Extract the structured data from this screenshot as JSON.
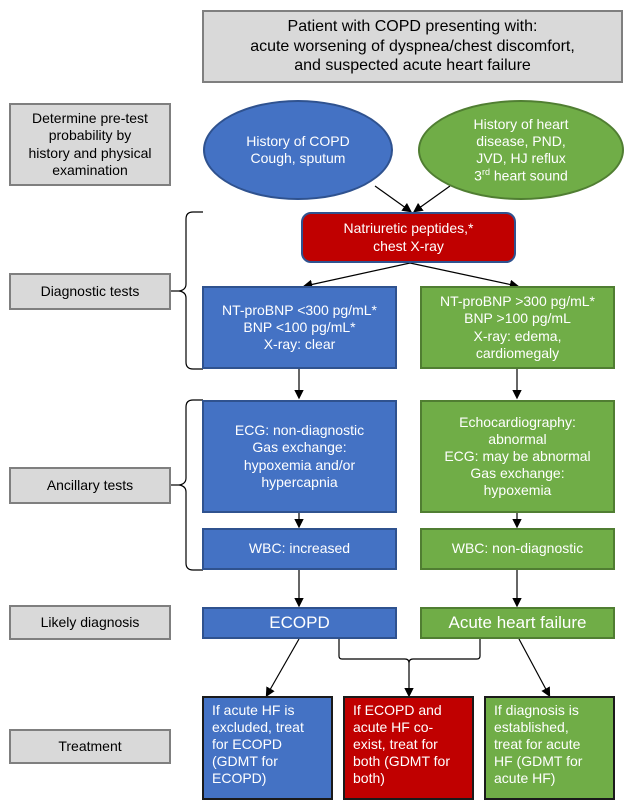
{
  "title_box": "Patient with COPD presenting with:\nacute worsening of dyspnea/chest discomfort,\nand suspected acute heart failure",
  "stage_labels": {
    "pretest": "Determine pre-test\nprobability by\nhistory and physical\nexamination",
    "diagnostic": "Diagnostic tests",
    "ancillary": "Ancillary tests",
    "likely": "Likely diagnosis",
    "treatment": "Treatment"
  },
  "ellipses": {
    "copd": "History of COPD\nCough, sputum",
    "heart_pre": "History of heart\ndisease, PND,\nJVD, HJ reflux\n3",
    "heart_sup": "rd",
    "heart_post": " heart sound"
  },
  "np_box": "Natriuretic peptides,*\nchest X-ray",
  "diag_left": "NT-proBNP <300 pg/mL*\nBNP <100 pg/mL*\nX-ray: clear",
  "diag_right": "NT-proBNP >300 pg/mL*\nBNP >100 pg/mL\nX-ray: edema,\ncardiomegaly",
  "anc_left": "ECG: non-diagnostic\nGas exchange:\nhypoxemia and/or\nhypercapnia",
  "anc_right": "Echocardiography:\nabnormal\nECG: may be abnormal\nGas exchange:\nhypoxemia",
  "wbc_left": "WBC: increased",
  "wbc_right": "WBC: non-diagnostic",
  "dx_left": "ECOPD",
  "dx_right": "Acute heart failure",
  "tx_left": "If acute HF is\nexcluded, treat\nfor ECOPD\n(GDMT for\nECOPD)",
  "tx_mid": "If ECOPD and\nacute HF co-\nexist, treat for\nboth (GDMT for\nboth)",
  "tx_right": "If diagnosis is\nestablished,\ntreat for acute\nHF (GDMT for\nacute HF)",
  "colors": {
    "blue": "#4472c4",
    "green": "#70ad47",
    "red": "#c00000",
    "gray": "#d9d9d9"
  }
}
